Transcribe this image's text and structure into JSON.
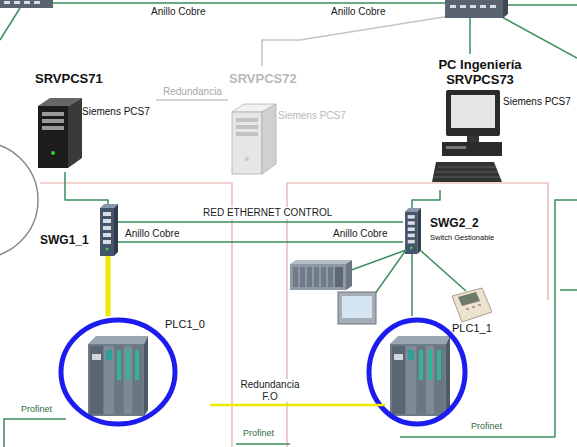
{
  "diagram": {
    "nodes": [
      {
        "text": [
          "SRVPCS71",
          "Siemens PCS7"
        ]
      },
      {
        "text": [
          "SRVPCS72",
          "Siemens PCS7"
        ]
      },
      {
        "text": [
          "PC Ingeniería SRVPCS73",
          "Siemens PCS7"
        ]
      },
      {
        "text": [
          "SWG1_1"
        ]
      },
      {
        "text": [
          "SWG2_2",
          "Switch Gestionable"
        ]
      },
      {
        "text": [
          "PLC1_0"
        ]
      },
      {
        "text": [
          "PLC1_1"
        ]
      }
    ],
    "edges": [
      {
        "from": 0,
        "to": 1,
        "arrow": "none",
        "label": "Redundancia"
      },
      {
        "from": 0,
        "to": 3,
        "arrow": "none"
      },
      {
        "from": 3,
        "to": 4,
        "arrow": "none",
        "label": "RED ETHERNET CONTROL"
      },
      {
        "from": 3,
        "to": 4,
        "arrow": "none",
        "label": "Anillo Cobre"
      },
      {
        "from": 2,
        "to": 4,
        "arrow": "none"
      },
      {
        "from": 3,
        "to": 5,
        "arrow": "none"
      },
      {
        "from": 5,
        "to": 6,
        "arrow": "none",
        "label": "Redundancia F.O"
      },
      {
        "from": 4,
        "to": 6,
        "arrow": "none"
      }
    ],
    "labels": [
      "Anillo Cobre",
      "Anillo Cobre",
      "Anillo Cobre",
      "Profinet",
      "Profinet",
      "Profinet"
    ]
  }
}
